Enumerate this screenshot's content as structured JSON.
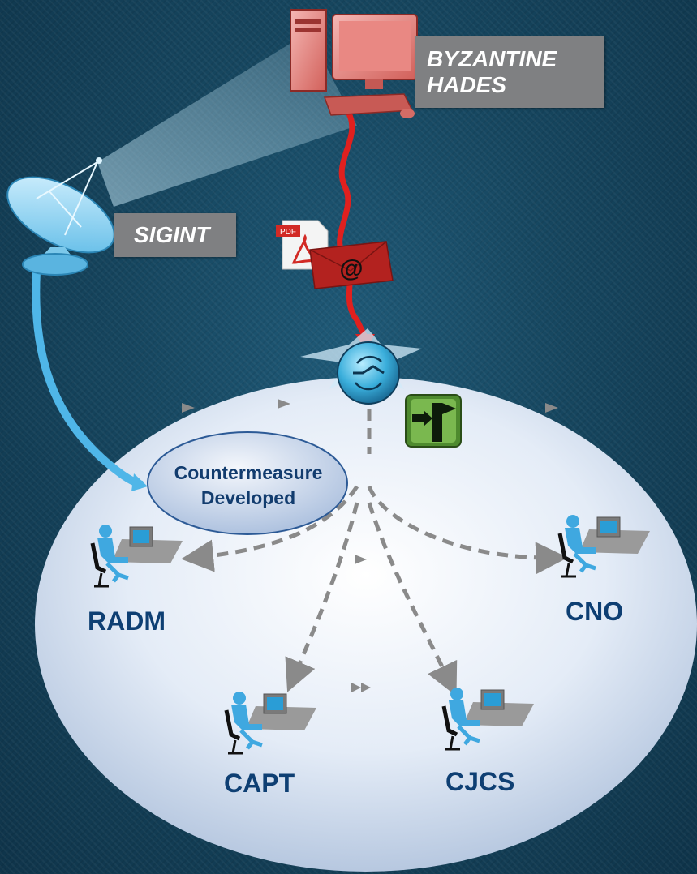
{
  "nodes": {
    "byzantine_hades": "BYZANTINE\nHADES",
    "byzantine_line1": "BYZANTINE",
    "byzantine_line2": "HADES",
    "sigint": "SIGINT",
    "countermeasure_line1": "Countermeasure",
    "countermeasure_line2": "Developed",
    "pdf_badge": "PDF",
    "email_symbol": "@"
  },
  "roles": {
    "radm": "RADM",
    "cno": "CNO",
    "capt": "CAPT",
    "cjcs": "CJCS"
  },
  "colors": {
    "background": "#16465f",
    "ellipse": "#dfe8f5",
    "label_box": "#7f8082",
    "role_text": "#0e3f73",
    "red_line": "#e0201e",
    "blue_arrow": "#4fb6e8",
    "dashed_arrow": "#8a8a8a",
    "decision_icon": "#4e8a2e"
  },
  "icons": [
    "computer-icon",
    "satellite-dish-icon",
    "pdf-icon",
    "email-icon",
    "router-icon",
    "decision-icon",
    "person-at-desk-icon"
  ]
}
